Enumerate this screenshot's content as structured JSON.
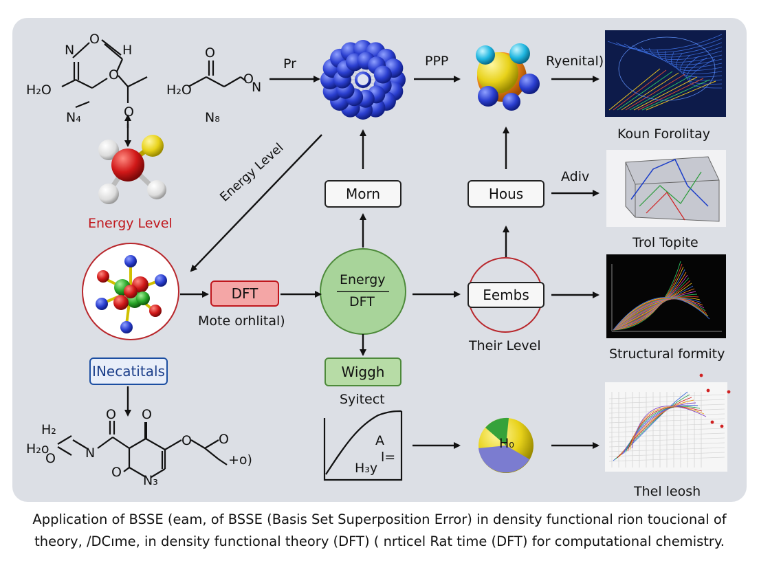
{
  "labels": {
    "mol1_n": "N",
    "mol1_o": "O",
    "mol1_h2": "H",
    "mol1_h2o": "H₂O",
    "mol1_o2": "O",
    "mol1_o3": "O",
    "mol1_n4": "N₄",
    "mol2_o": "O",
    "mol2_h2o": "H₂O",
    "mol2_o2": "O",
    "mol2_n": "N",
    "mol2_n8": "N₈",
    "mol3_h2a": "H₂",
    "mol3_h2o": "H₂o",
    "mol3_n": "N",
    "mol3_o1": "O",
    "mol3_o2": "O",
    "mol3_o3": "O",
    "mol3_o4": "O",
    "mol3_o5": "O",
    "mol3_n3": "N₃",
    "mol3_plus": "+o)",
    "energy_level_red": "Energy Level",
    "energy_level_arrow": "Energy Level",
    "pr": "Pr",
    "ppp": "PPP",
    "ryenital": "Ryenital)",
    "adiv": "Adiv",
    "mote": "Mote  orhlital)",
    "syitect": "Syitect",
    "their_level": "Their Level",
    "koun": "Koun Forolitay",
    "trol": "Trol Topite",
    "structural": "Structural formity",
    "thel": "Thel leosh",
    "graph_h": "H₃y",
    "graph_eq": "l=",
    "graph_a": "A",
    "sphere_h": "H₀"
  },
  "boxes": {
    "morn": "Morn",
    "hous": "Hous",
    "dft": "DFT",
    "energy": "Energy",
    "energy_dft": "DFT",
    "eembs": "Eembs",
    "wiggh": "Wiggh",
    "inecatitals": "INecatitals"
  },
  "caption": {
    "line1": "Application of BSSE (eam, of BSSE (Basis Set Superposition Error) in density functional rion toucional of",
    "line2": "theory, /DCıme, in density functional theory (DFT) ( nrticel Rat time (DFT) for computational chemistry."
  },
  "colors": {
    "panel": "#dcdfe5",
    "red_text": "#c0161c",
    "dft_box_fill": "#f4a6a6",
    "dft_box_border": "#c0161c",
    "energy_circle_fill": "#a8d49a",
    "energy_circle_border": "#4d8a3a",
    "wiggh_fill": "#b7dca6",
    "inecatitals_border": "#1c4ea1",
    "atom_blue": "#2b3fd0",
    "atom_red": "#d01818",
    "atom_green": "#2aa82a",
    "atom_yellow": "#e8d21a"
  }
}
